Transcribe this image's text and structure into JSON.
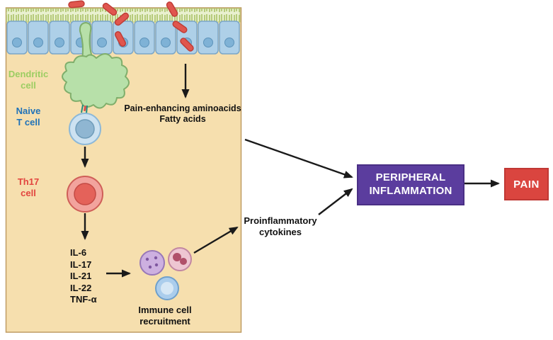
{
  "labels": {
    "dendritic_cell": "Dendritic\ncell",
    "naive_t_cell": "Naive\nT cell",
    "th17_cell": "Th17\ncell",
    "cytokines": [
      "IL-6",
      "IL-17",
      "IL-21",
      "IL-22",
      "TNF-α"
    ],
    "immune_recruitment": "Immune cell\nrecruitment",
    "pain_enhancing": "Pain-enhancing aminoacids\nFatty acids",
    "proinflammatory": "Proinflammatory\ncytokines",
    "peripheral_inflammation": "PERIPHERAL\nINFLAMMATION",
    "pain": "PAIN"
  },
  "colors": {
    "tissue_background": "#f6dfae",
    "tissue_border": "#bf9c63",
    "epithelial_cell_fill": "#aed0e8",
    "epithelial_cell_stroke": "#7aa6c8",
    "brush_border_green": "#a9c266",
    "bacteria_red": "#e0564e",
    "dendritic_green": "#b7e0a9",
    "dendritic_label_green": "#9ccd62",
    "naive_label_blue": "#2072b8",
    "th17_label_red": "#e2453f",
    "peripheral_box_purple": "#5b3d9e",
    "pain_box_red": "#da453f",
    "arrow_black": "#1a1a1a"
  }
}
